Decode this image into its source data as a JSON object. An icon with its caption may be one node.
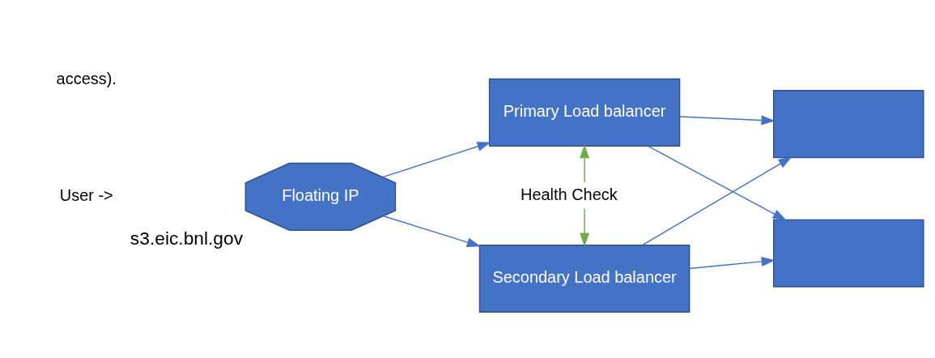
{
  "diagram": {
    "nodes": [
      {
        "text": [
          "Floating IP"
        ],
        "beside": [
          "s3.eic.bnl.gov"
        ]
      },
      {
        "text": [
          "Primary Load balancer"
        ]
      },
      {
        "text": [
          "Secondary Load balancer"
        ]
      },
      {
        "text": [],
        "shape": "box"
      },
      {
        "text": [],
        "shape": "box"
      }
    ],
    "edges": [
      {
        "from": 0,
        "to": 1,
        "arrow": "to"
      },
      {
        "from": 0,
        "to": 2,
        "arrow": "to"
      },
      {
        "from": 1,
        "to": 2,
        "arrow": "both",
        "label": "Health Check",
        "color": "#70ad47"
      },
      {
        "from": 1,
        "to": 3,
        "arrow": "to"
      },
      {
        "from": 1,
        "to": 4,
        "arrow": "to"
      },
      {
        "from": 2,
        "to": 3,
        "arrow": "to"
      },
      {
        "from": 2,
        "to": 4,
        "arrow": "to"
      }
    ],
    "labels": [
      "access).",
      "User ->"
    ]
  }
}
